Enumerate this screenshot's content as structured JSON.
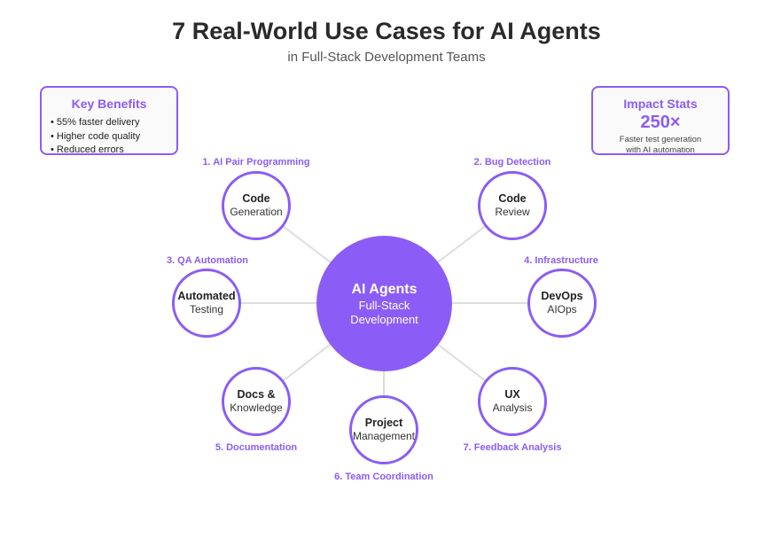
{
  "title": "7 Real-World Use Cases for AI Agents",
  "subtitle": "in Full-Stack Development Teams",
  "key_benefits": {
    "heading": "Key Benefits",
    "items": [
      "• 55% faster delivery",
      "• Higher code quality",
      "• Reduced errors"
    ]
  },
  "impact_stats": {
    "heading": "Impact Stats",
    "value": "250×",
    "caption_line1": "Faster test generation",
    "caption_line2": "with AI automation"
  },
  "center": {
    "line1": "AI Agents",
    "line2": "Full-Stack",
    "line3": "Development"
  },
  "nodes": [
    {
      "label": "1. AI Pair Programming",
      "line1": "Code",
      "line2": "Generation"
    },
    {
      "label": "2. Bug Detection",
      "line1": "Code",
      "line2": "Review"
    },
    {
      "label": "3. QA Automation",
      "line1": "Automated",
      "line2": "Testing"
    },
    {
      "label": "4. Infrastructure",
      "line1": "DevOps",
      "line2": "AIOps"
    },
    {
      "label": "5. Documentation",
      "line1": "Docs &",
      "line2": "Knowledge"
    },
    {
      "label": "6. Team Coordination",
      "line1": "Project",
      "line2": "Management"
    },
    {
      "label": "7. Feedback Analysis",
      "line1": "UX",
      "line2": "Analysis"
    }
  ],
  "colors": {
    "accent": "#8b5cf6",
    "connector": "#dddddd"
  }
}
